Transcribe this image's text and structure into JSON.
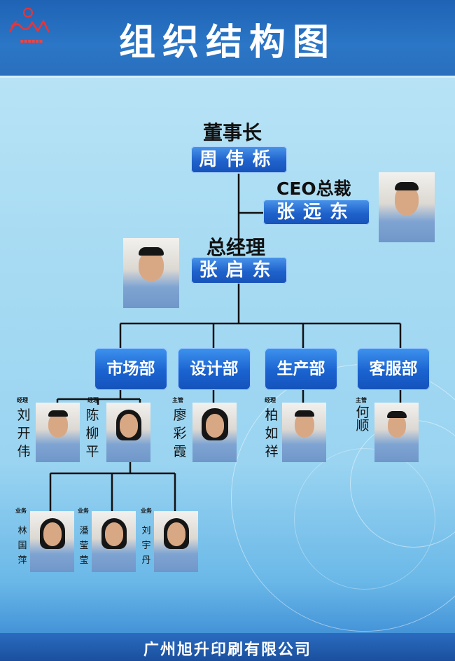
{
  "header": {
    "title": "组织结构图"
  },
  "footer": {
    "company": "广州旭升印刷有限公司"
  },
  "top": [
    {
      "role": "董事长",
      "name": "周伟栎"
    },
    {
      "role": "CEO总裁",
      "name": "张远东"
    },
    {
      "role": "总经理",
      "name": "张启东"
    }
  ],
  "departments": [
    "市场部",
    "设计部",
    "生产部",
    "客服部"
  ],
  "staff": [
    {
      "title": "经理",
      "name": "刘开伟"
    },
    {
      "title": "经理",
      "name": "陈柳平"
    },
    {
      "title": "主管",
      "name": "廖彩霞"
    },
    {
      "title": "经理",
      "name": "柏如祥"
    },
    {
      "title": "主管",
      "name": "何 顺"
    }
  ],
  "sales": [
    {
      "title": "业务",
      "name": "林国萍"
    },
    {
      "title": "业务",
      "name": "潘莹莹"
    },
    {
      "title": "业务",
      "name": "刘宇丹"
    }
  ],
  "colors": {
    "header": "#1f63b5",
    "box": "#1f62cc",
    "background": "#a9dcf3",
    "logo": "#e44"
  }
}
